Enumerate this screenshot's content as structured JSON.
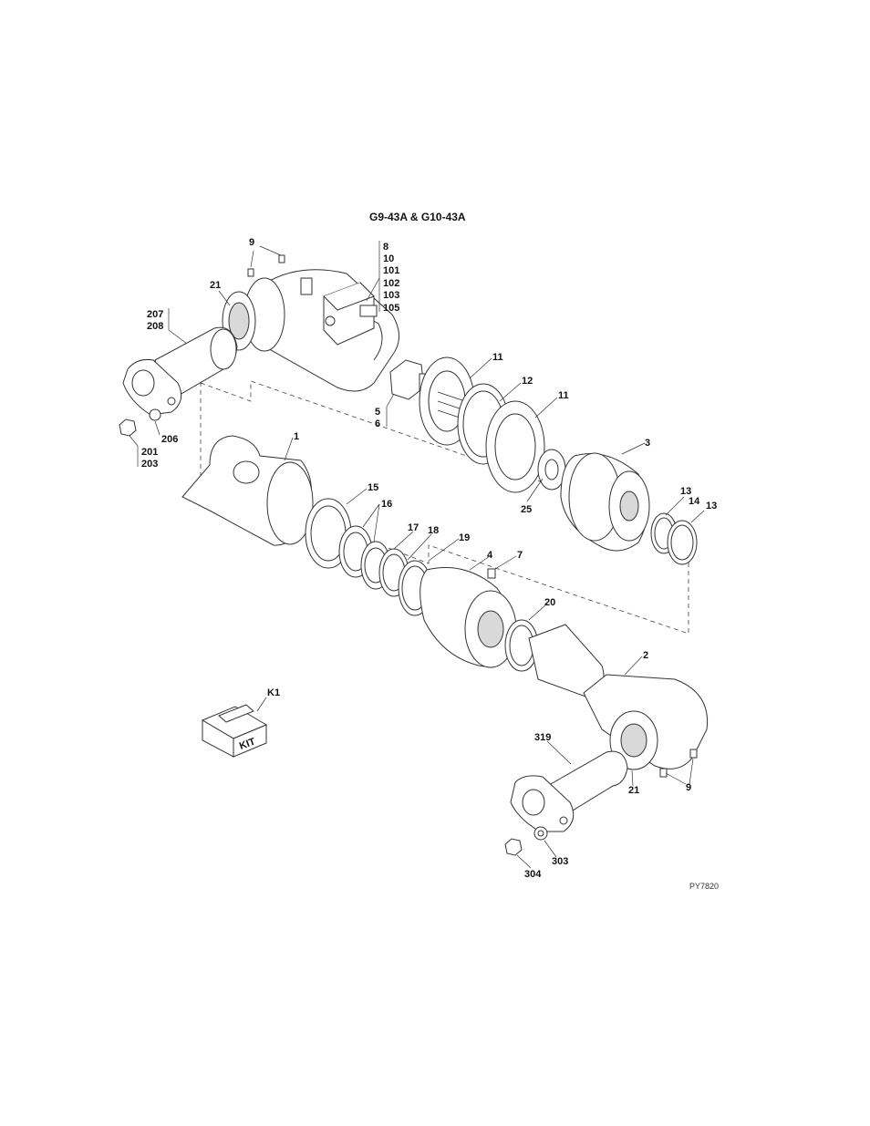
{
  "diagram": {
    "title": "G9-43A & G10-43A",
    "drawing_code": "PY7820",
    "kit_text": "KIT",
    "labels": [
      {
        "id": "9a",
        "text": "9"
      },
      {
        "id": "8",
        "text": "8"
      },
      {
        "id": "10",
        "text": "10"
      },
      {
        "id": "101",
        "text": "101"
      },
      {
        "id": "102",
        "text": "102"
      },
      {
        "id": "103",
        "text": "103"
      },
      {
        "id": "105",
        "text": "105"
      },
      {
        "id": "21a",
        "text": "21"
      },
      {
        "id": "207",
        "text": "207"
      },
      {
        "id": "208",
        "text": "208"
      },
      {
        "id": "11a",
        "text": "11"
      },
      {
        "id": "12",
        "text": "12"
      },
      {
        "id": "11b",
        "text": "11"
      },
      {
        "id": "5",
        "text": "5"
      },
      {
        "id": "6",
        "text": "6"
      },
      {
        "id": "206",
        "text": "206"
      },
      {
        "id": "201",
        "text": "201"
      },
      {
        "id": "203",
        "text": "203"
      },
      {
        "id": "1",
        "text": "1"
      },
      {
        "id": "3",
        "text": "3"
      },
      {
        "id": "25",
        "text": "25"
      },
      {
        "id": "15",
        "text": "15"
      },
      {
        "id": "16",
        "text": "16"
      },
      {
        "id": "13a",
        "text": "13"
      },
      {
        "id": "14",
        "text": "14"
      },
      {
        "id": "13b",
        "text": "13"
      },
      {
        "id": "17",
        "text": "17"
      },
      {
        "id": "18",
        "text": "18"
      },
      {
        "id": "19",
        "text": "19"
      },
      {
        "id": "4",
        "text": "4"
      },
      {
        "id": "7",
        "text": "7"
      },
      {
        "id": "20",
        "text": "20"
      },
      {
        "id": "2",
        "text": "2"
      },
      {
        "id": "K1",
        "text": "K1"
      },
      {
        "id": "319",
        "text": "319"
      },
      {
        "id": "21b",
        "text": "21"
      },
      {
        "id": "9b",
        "text": "9"
      },
      {
        "id": "303",
        "text": "303"
      },
      {
        "id": "304",
        "text": "304"
      }
    ]
  }
}
